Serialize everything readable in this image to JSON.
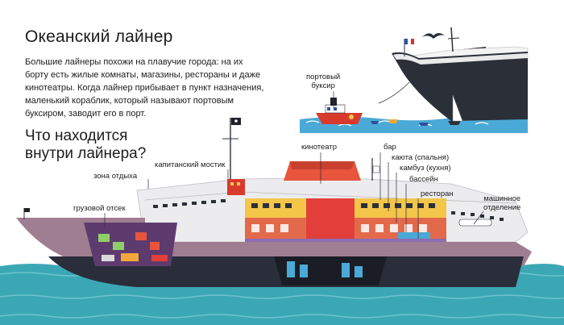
{
  "title": "Океанский лайнер",
  "intro": "Большие лайнеры похожи на плавучие города: на их борту есть жилые комнаты, магазины, рестораны и даже кинотеатры. Когда лайнер прибывает в пункт назначения, маленький кораблик, который называют портовым буксиром, заводит его в порт.",
  "subtitle_line1": "Что находится",
  "subtitle_line2": "внутри лайнера?",
  "labels": {
    "tug_line1": "портовый",
    "tug_line2": "буксир",
    "cinema": "кинотеатр",
    "bar": "бар",
    "cabin": "каюта (спальня)",
    "galley": "камбуз (кухня)",
    "pool": "бассейн",
    "restaurant": "ресторан",
    "engine_line1": "машинное",
    "engine_line2": "отделение",
    "bridge": "капитанский мостик",
    "rest_area": "зона отдыха",
    "cargo": "грузовой отсек"
  },
  "colors": {
    "sea": "#3ba7b5",
    "hull_dark": "#2a2e3a",
    "hull_mauve": "#a07e92",
    "funnel": "#e8543c",
    "liner_hull": "#2b2f38",
    "liner_funnel": "#d93a2e"
  },
  "icons": [
    "pirate-flag-icon",
    "seagull-icon",
    "french-flag-icon"
  ]
}
